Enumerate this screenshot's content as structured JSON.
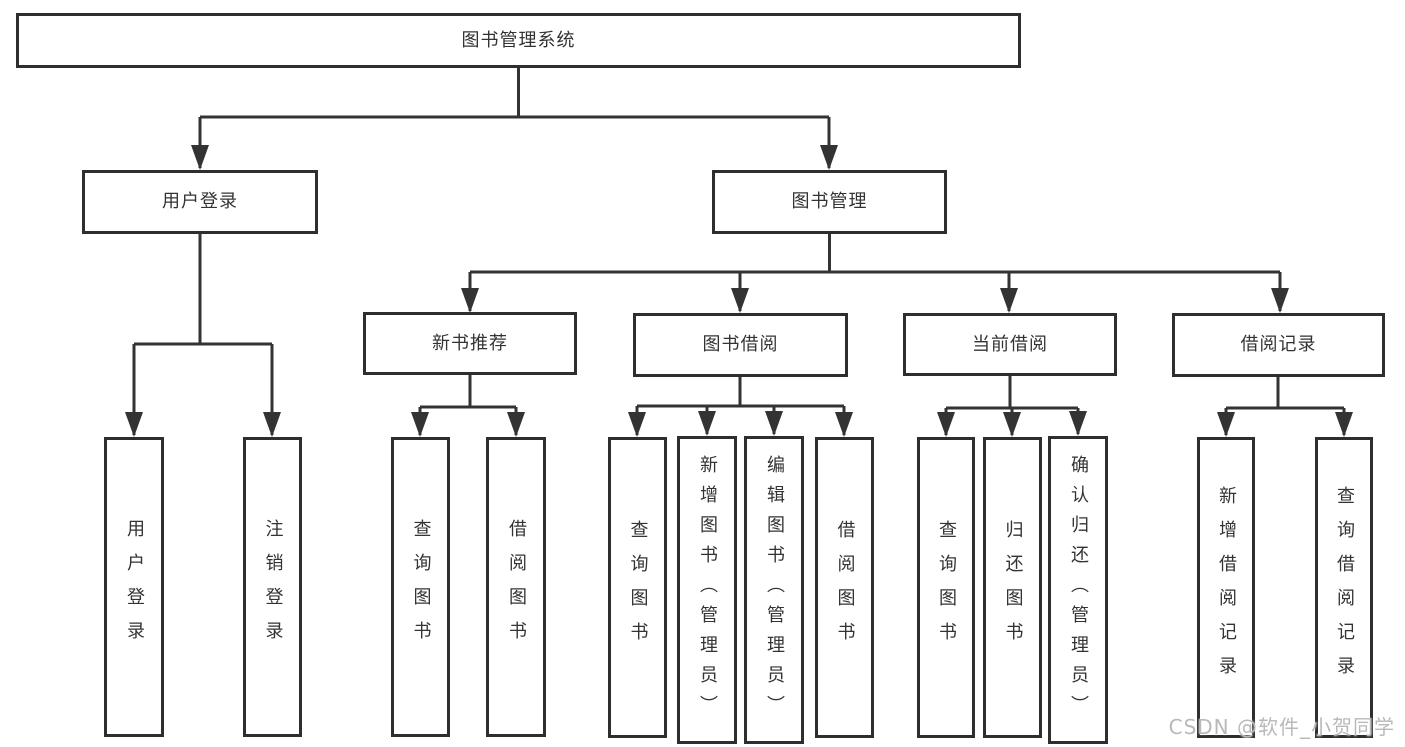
{
  "root": {
    "label": "图书管理系统"
  },
  "level2": {
    "login": "用户登录",
    "mgmt": "图书管理"
  },
  "level3": {
    "newbook": "新书推荐",
    "borrow": "图书借阅",
    "current": "当前借阅",
    "records": "借阅记录"
  },
  "leaves": {
    "login_user": "用户登录",
    "login_logout": "注销登录",
    "newbook_query": "查询图书",
    "newbook_borrow": "借阅图书",
    "borrow_query": "查询图书",
    "borrow_add": "新增图书（管理员）",
    "borrow_edit": "编辑图书（管理员）",
    "borrow_borrow": "借阅图书",
    "current_query": "查询图书",
    "current_return": "归还图书",
    "current_confirm": "确认归还（管理员）",
    "records_add": "新增借阅记录",
    "records_query": "查询借阅记录"
  },
  "watermark": {
    "text": "CSDN @软件_小贺同学"
  },
  "colors": {
    "line": "#333333",
    "box_border": "#2e2e2e",
    "text": "#333333",
    "watermark": "#b9b9b9"
  }
}
